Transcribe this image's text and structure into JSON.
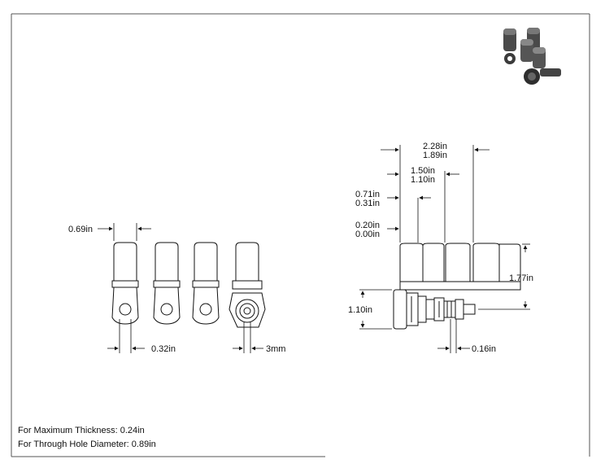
{
  "front_view": {
    "width_label": "0.69in",
    "spacing_label": "0.32in",
    "hole_label": "3mm"
  },
  "side_view": {
    "overall_top": "2.28in",
    "overall_bottom": "1.89in",
    "mid_top": "1.50in",
    "mid_bottom": "1.10in",
    "inner_top": "0.71in",
    "inner_bottom": "0.31in",
    "edge_top": "0.20in",
    "edge_bottom": "0.00in",
    "height_label": "1.77in",
    "body_height_label": "1.10in",
    "thread_label": "0.16in"
  },
  "notes": {
    "max_thickness": "For Maximum Thickness: 0.24in",
    "through_hole": "For Through Hole Diameter: 0.89in"
  },
  "icons": {
    "preview": "terminal-block-preview-icon"
  }
}
